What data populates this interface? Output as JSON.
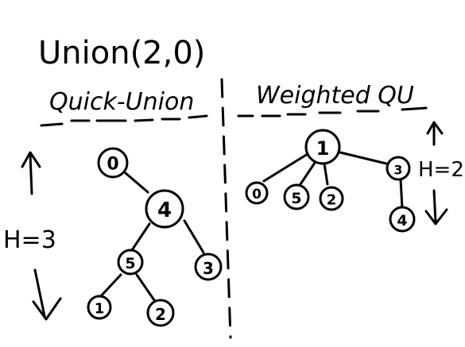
{
  "title": "Union(2,0)",
  "left_heading": "Quick-Union",
  "right_heading": "Weighted QU",
  "left_height_label": "H=3",
  "right_height_label": "H=2",
  "nodes": {
    "qu_0": "0",
    "qu_4": "4",
    "qu_5": "5",
    "qu_3": "3",
    "qu_1": "1",
    "qu_2": "2",
    "wqu_1": "1",
    "wqu_0": "0",
    "wqu_5": "5",
    "wqu_2": "2",
    "wqu_3": "3",
    "wqu_4": "4"
  }
}
